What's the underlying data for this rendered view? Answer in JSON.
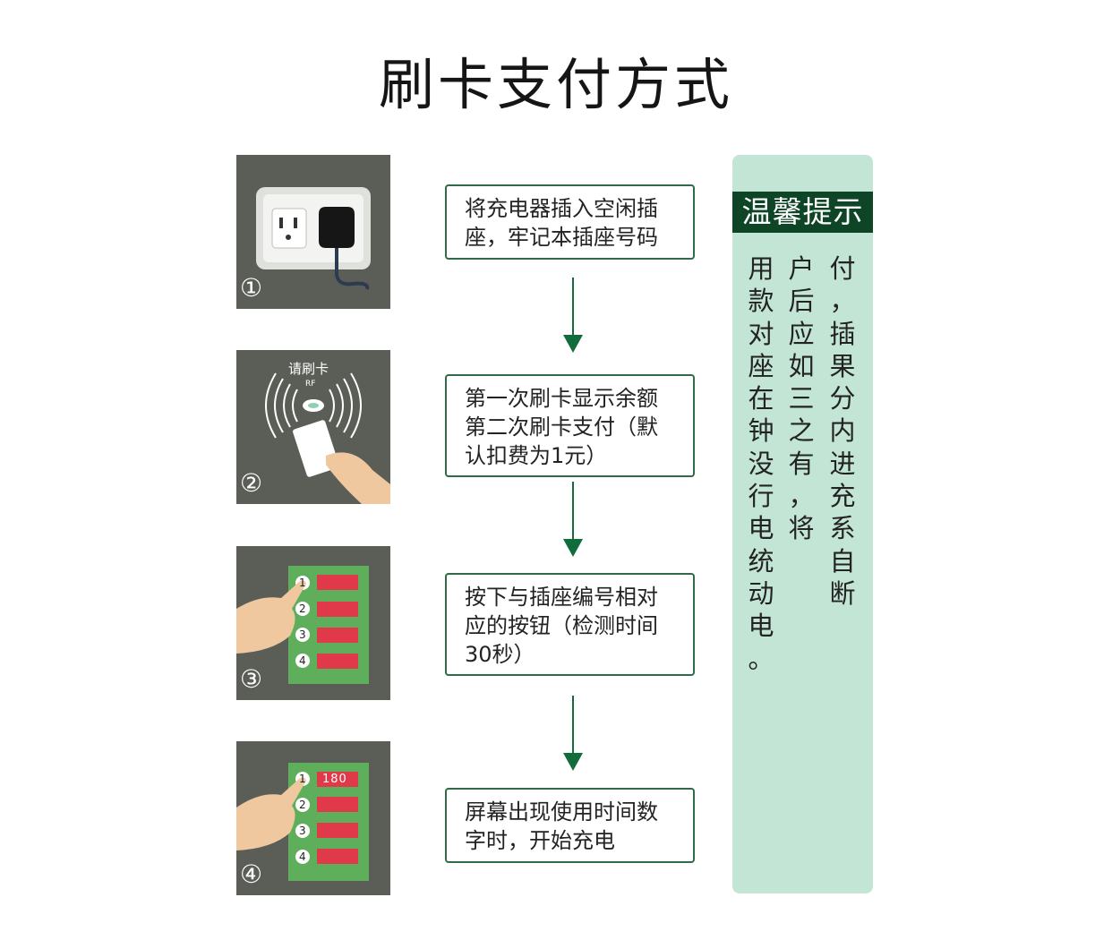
{
  "title": "刷卡支付方式",
  "steps": [
    {
      "number": "①",
      "text": "将充电器插入空闲插\n座，牢记本插座号码"
    },
    {
      "number": "②",
      "text": "第一次刷卡显示余额\n第二次刷卡支付（默\n认扣费为1元）",
      "card_label": "请刷卡",
      "rf_label": "RF"
    },
    {
      "number": "③",
      "text": "按下与插座编号相对\n应的按钮（检测时间\n30秒）",
      "buttons": [
        "1",
        "2",
        "3",
        "4"
      ]
    },
    {
      "number": "④",
      "text": "屏幕出现使用时间数\n字时，开始充电",
      "buttons": [
        "1",
        "2",
        "3",
        "4"
      ],
      "display_value": "180"
    }
  ],
  "tips": {
    "title": "温馨提示",
    "columns": [
      "付，插果分内进充系自断",
      "户后应如三之有，将",
      "用款对座在钟没行电统动电。"
    ]
  },
  "colors": {
    "panel_bg": "#5a5e56",
    "box_border": "#2f6b49",
    "arrow": "#116b3a",
    "tip_bg": "#c3e5d5",
    "tip_title_bg": "#0f4527",
    "button_red": "#e03a4a",
    "keypad_green": "#5fae5c"
  }
}
